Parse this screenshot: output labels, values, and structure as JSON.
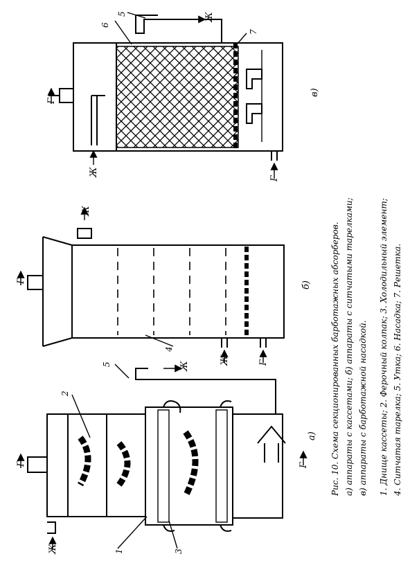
{
  "figure": {
    "caption_title": "Рис. 10.  Схема секционированных барботажных абсорберов.",
    "caption_line_a": "а) аппараты с кассетами; б) аппараты с ситчатыми тарелками;",
    "caption_line_b": "в) аппараты с барботажной насадкой.",
    "legend_line_1": "1. Днище кассеты; 2. Ферочный колпак; 3. Холодильный элемент;",
    "legend_line_2": "4. Ситчатая тарелка; 5. Утка; 6. Насадка; 7. Решетка."
  },
  "panel_a": {
    "letter": "а)",
    "gas": "Г",
    "liquid": "Ж",
    "callouts": [
      "1",
      "2",
      "3",
      "5"
    ]
  },
  "panel_b": {
    "letter": "б)",
    "gas": "Г",
    "liquid": "Ж",
    "callouts": [
      "4"
    ]
  },
  "panel_c": {
    "letter": "в)",
    "gas": "Г",
    "liquid": "Ж",
    "callouts": [
      "5",
      "6",
      "7"
    ]
  }
}
